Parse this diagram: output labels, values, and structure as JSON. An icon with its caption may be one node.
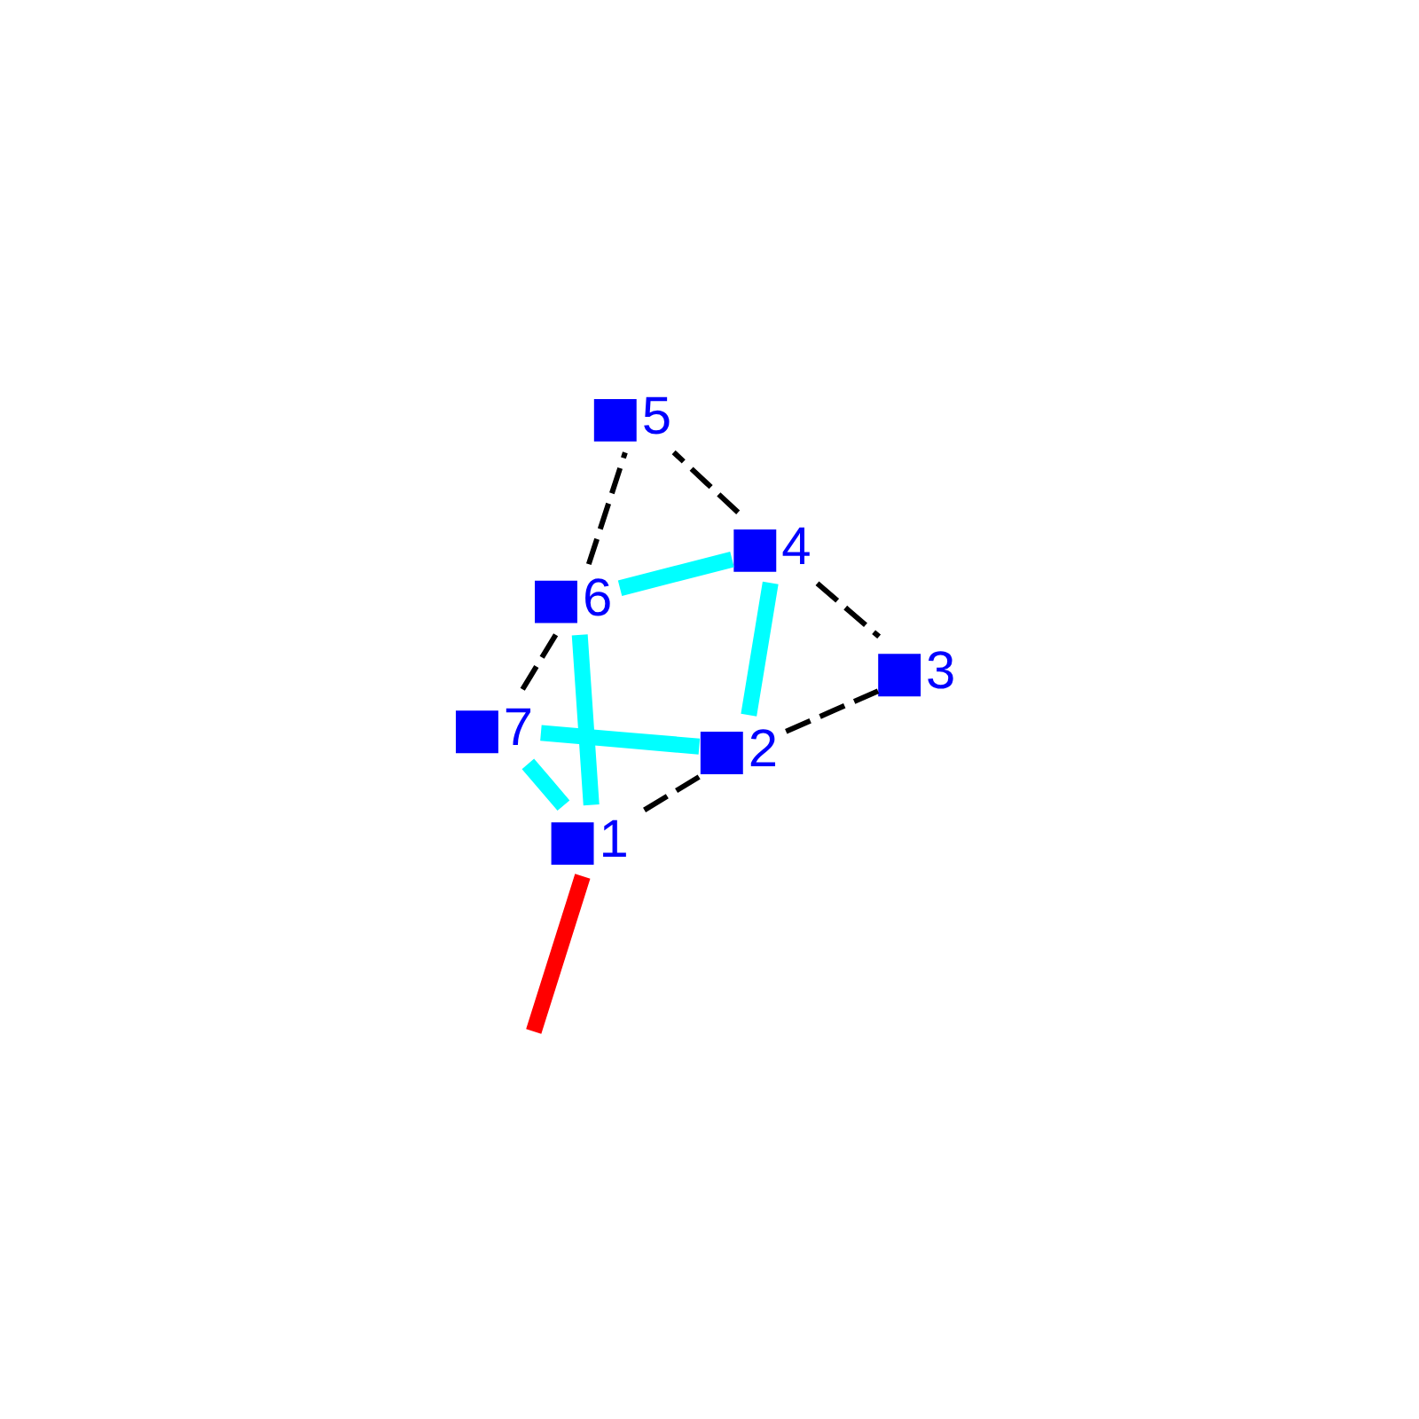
{
  "diagram": {
    "nodes": [
      {
        "text": [
          "1"
        ]
      },
      {
        "text": [
          "2"
        ]
      },
      {
        "text": [
          "3"
        ]
      },
      {
        "text": [
          "4"
        ]
      },
      {
        "text": [
          "5"
        ]
      },
      {
        "text": [
          "6"
        ]
      },
      {
        "text": [
          "7"
        ]
      }
    ],
    "edges": [
      {
        "from": 3,
        "to": 5,
        "arrow": "none",
        "style": "thick",
        "color": "#00ffff"
      },
      {
        "from": 5,
        "to": 0,
        "arrow": "none",
        "style": "thick",
        "color": "#00ffff"
      },
      {
        "from": 0,
        "to": 6,
        "arrow": "none",
        "style": "thick",
        "color": "#00ffff"
      },
      {
        "from": 6,
        "to": 1,
        "arrow": "none",
        "style": "thick",
        "color": "#00ffff"
      },
      {
        "from": 1,
        "to": 3,
        "arrow": "none",
        "style": "thick",
        "color": "#00ffff"
      },
      {
        "from": 5,
        "to": 4,
        "arrow": "none",
        "style": "dashed"
      },
      {
        "from": 5,
        "to": 6,
        "arrow": "none",
        "style": "dashed"
      },
      {
        "from": 3,
        "to": 4,
        "arrow": "none",
        "style": "dashed"
      },
      {
        "from": 3,
        "to": 2,
        "arrow": "none",
        "style": "dashed"
      },
      {
        "from": 1,
        "to": 2,
        "arrow": "none",
        "style": "dashed"
      },
      {
        "from": 1,
        "to": 0,
        "arrow": "none",
        "style": "dashed"
      },
      {
        "from": 0,
        "to": null,
        "arrow": "none",
        "style": "thick",
        "color": "#ff0000"
      }
    ]
  }
}
